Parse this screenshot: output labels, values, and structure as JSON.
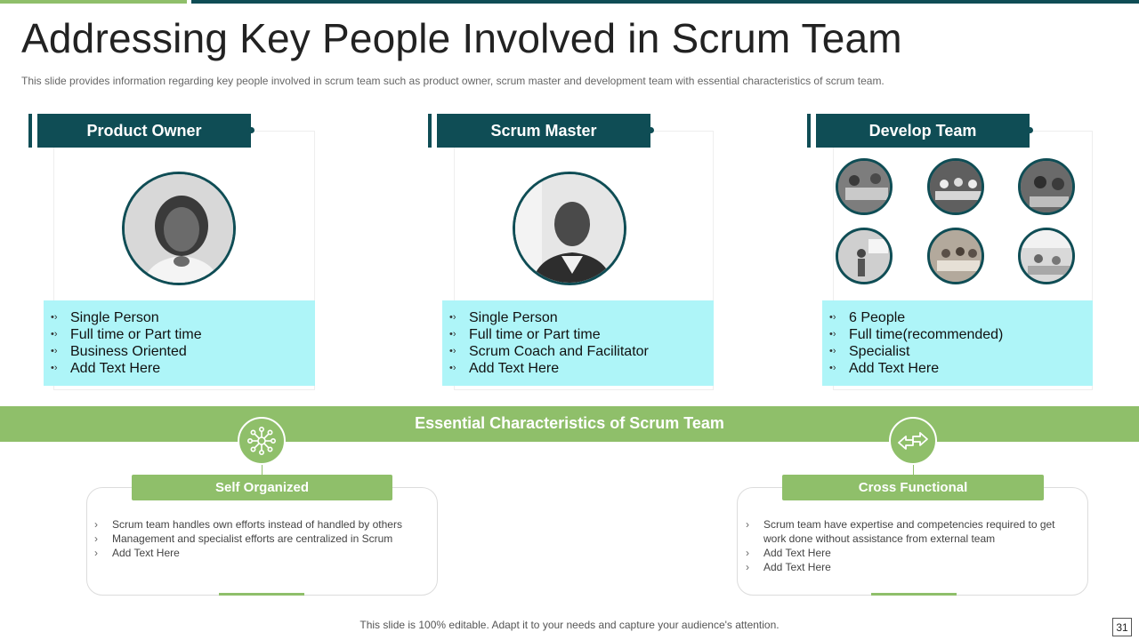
{
  "slide": {
    "title": "Addressing Key People Involved in Scrum Team",
    "subtitle": "This slide provides  information  regarding  key people involved   in scrum team such as product owner, scrum master and development  team with essential characteristics of scrum team.",
    "footer": "This slide is 100% editable. Adapt it to your needs and capture your audience's attention.",
    "page_number": "31"
  },
  "colors": {
    "teal": "#0f4d55",
    "green": "#8fbf6a",
    "cyan_panel": "#aef5f8"
  },
  "roles": [
    {
      "header": "Product Owner",
      "image": "woman-portrait",
      "items": [
        "Single Person",
        "Full time or Part time",
        "Business Oriented",
        "Add Text Here"
      ]
    },
    {
      "header": "Scrum Master",
      "image": "man-portrait",
      "items": [
        "Single Person",
        "Full time or Part time",
        "Scrum Coach and Facilitator",
        "Add Text Here"
      ]
    },
    {
      "header": "Develop Team",
      "image": "team-meeting-photos",
      "items": [
        "6 People",
        "Full time(recommended)",
        "Specialist",
        "Add Text Here"
      ]
    }
  ],
  "characteristics": {
    "title": "Essential Characteristics of Scrum Team",
    "cards": [
      {
        "label": "Self Organized",
        "icon": "network-hub-icon",
        "items": [
          "Scrum team handles own efforts  instead of handled by others",
          "Management  and specialist efforts are centralized in Scrum",
          "Add Text Here"
        ]
      },
      {
        "label": "Cross Functional",
        "icon": "two-way-arrows-icon",
        "items": [
          "Scrum team have  expertise and competencies required  to get work done without assistance from external team",
          "Add Text Here",
          "Add Text Here"
        ]
      }
    ]
  }
}
